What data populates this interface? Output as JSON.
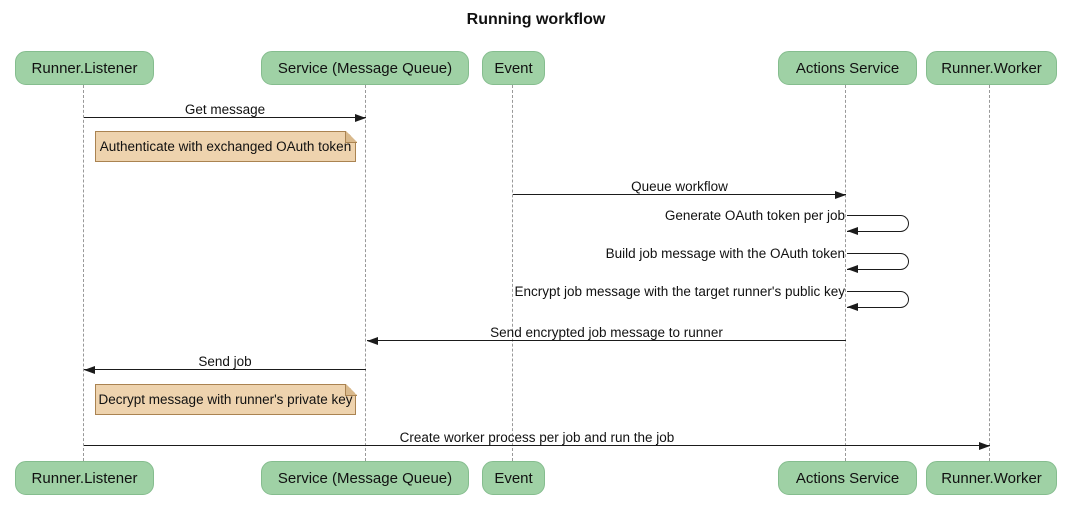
{
  "title": "Running workflow",
  "diagram_type": "sequence",
  "participants": [
    {
      "label": "Runner.Listener"
    },
    {
      "label": "Service (Message Queue)"
    },
    {
      "label": "Event"
    },
    {
      "label": "Actions Service"
    },
    {
      "label": "Runner.Worker"
    }
  ],
  "messages": [
    {
      "label": "Get message",
      "from": "Runner.Listener",
      "to": "Service (Message Queue)",
      "direction": "right"
    },
    {
      "label": "Queue workflow",
      "from": "Event",
      "to": "Actions Service",
      "direction": "right"
    },
    {
      "label": "Generate OAuth token per job",
      "from": "Actions Service",
      "to": "Actions Service",
      "direction": "self"
    },
    {
      "label": "Build job message with the OAuth token",
      "from": "Actions Service",
      "to": "Actions Service",
      "direction": "self"
    },
    {
      "label": "Encrypt job message with the target runner's public key",
      "from": "Actions Service",
      "to": "Actions Service",
      "direction": "self"
    },
    {
      "label": "Send encrypted job message to runner",
      "from": "Actions Service",
      "to": "Service (Message Queue)",
      "direction": "left"
    },
    {
      "label": "Send job",
      "from": "Service (Message Queue)",
      "to": "Runner.Listener",
      "direction": "left"
    },
    {
      "label": "Create worker process per job and run the job",
      "from": "Runner.Listener",
      "to": "Runner.Worker",
      "direction": "right"
    }
  ],
  "notes": [
    {
      "text": "Authenticate with exchanged OAuth token",
      "near": "Runner.Listener"
    },
    {
      "text": "Decrypt message with runner's private key",
      "near": "Runner.Listener"
    }
  ],
  "colors": {
    "participant_fill": "#9fd1a5",
    "participant_border": "#85bd8e",
    "note_fill": "#eed3ae",
    "note_border": "#aa8351",
    "note_fold": "#d9b98c",
    "lifeline": "#999999",
    "arrow": "#1b1b1b",
    "text": "#111111",
    "background": "#ffffff"
  }
}
